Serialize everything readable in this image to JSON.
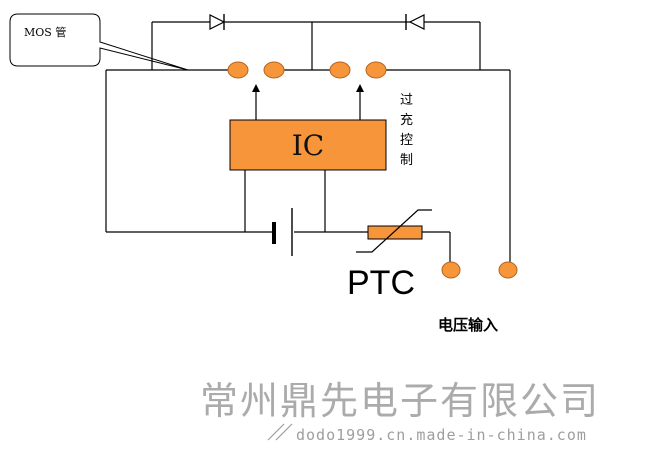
{
  "callout": {
    "label": "MOS 管"
  },
  "ic": {
    "label": "IC"
  },
  "ptc": {
    "label": "PTC"
  },
  "overcharge": {
    "label": "过充控制"
  },
  "voltage_input": {
    "label": "电压输入"
  },
  "watermark": {
    "company": "常州鼎先电子有限公司",
    "url": "dodo1999.cn.made-in-china.com"
  },
  "colors": {
    "component_fill": "#f7953b",
    "component_stroke": "#b5651d",
    "wire": "#000000",
    "watermark": "#ababab"
  }
}
